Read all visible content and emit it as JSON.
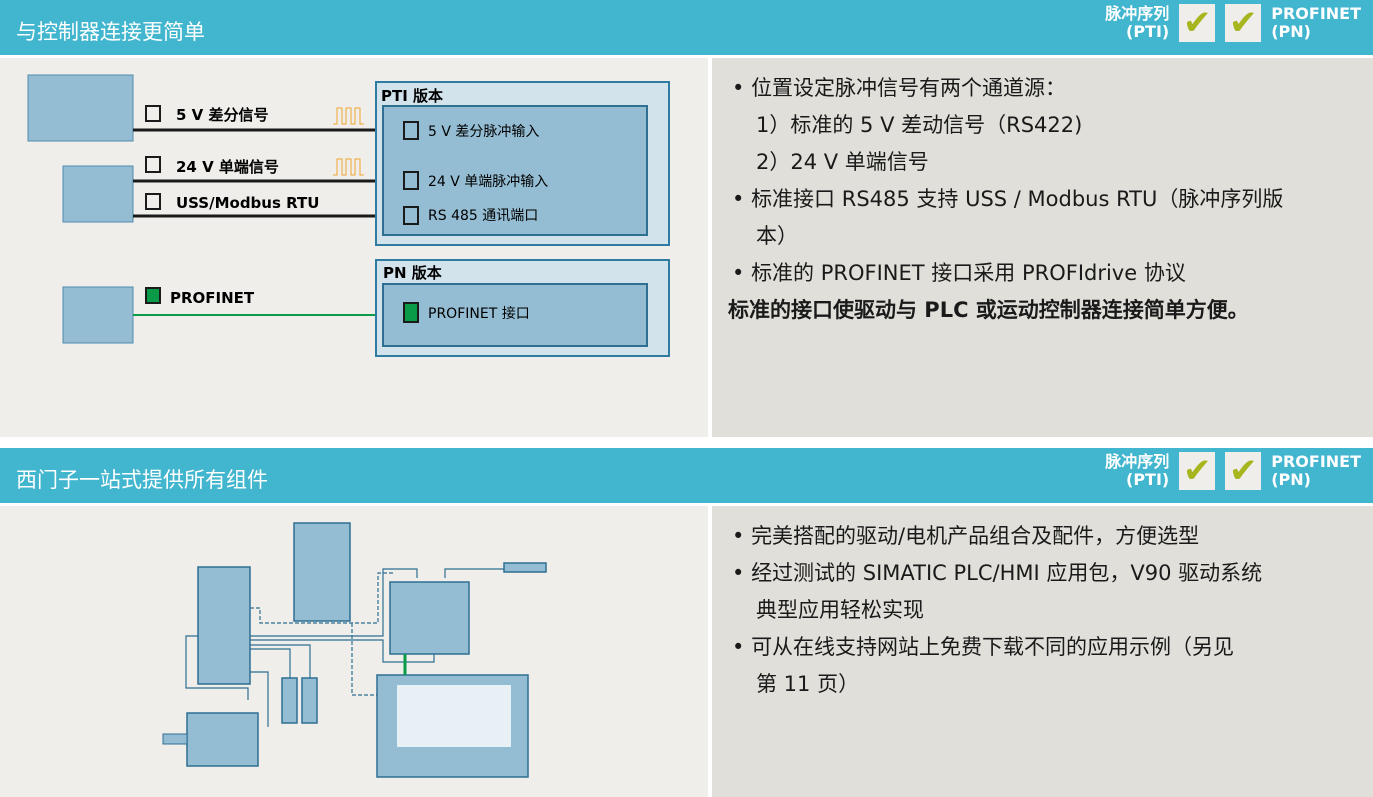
{
  "section1": {
    "title": "与控制器连接更简单",
    "badges": {
      "pti_line1": "脉冲序列",
      "pti_line2": "(PTI)",
      "pn_line1": "PROFINET",
      "pn_line2": "(PN)",
      "check": "✔"
    },
    "diagram": {
      "sig_5v": "5 V 差分信号",
      "sig_24v": "24 V 单端信号",
      "sig_uss": "USS/Modbus RTU",
      "sig_pn": "PROFINET",
      "pti_title": "PTI 版本",
      "in_5v": "5 V 差分脉冲输入",
      "in_24v": "24 V 单端脉冲输入",
      "in_rs485": "RS 485 通讯端口",
      "pn_title": "PN 版本",
      "in_pn": "PROFINET 接口"
    },
    "bullets": [
      "位置设定脉冲信号有两个通道源：",
      "1）标准的 5 V 差动信号（RS422)",
      "2）24 V 单端信号",
      "标准接口 RS485 支持 USS / Modbus RTU（脉冲序列版",
      "本）",
      "标准的 PROFINET 接口采用 PROFIdrive 协议",
      "标准的接口使驱动与 PLC 或运动控制器连接简单方便。"
    ]
  },
  "section2": {
    "title": "西门子一站式提供所有组件",
    "badges": {
      "pti_line1": "脉冲序列",
      "pti_line2": "(PTI)",
      "pn_line1": "PROFINET",
      "pn_line2": "(PN)",
      "check": "✔"
    },
    "bullets": [
      "完美搭配的驱动/电机产品组合及配件，方便选型",
      "经过测试的 SIMATIC PLC/HMI 应用包，V90 驱动系统",
      "典型应用轻松实现",
      "可从在线支持网站上免费下载不同的应用示例（另见",
      "第 11 页）"
    ]
  }
}
